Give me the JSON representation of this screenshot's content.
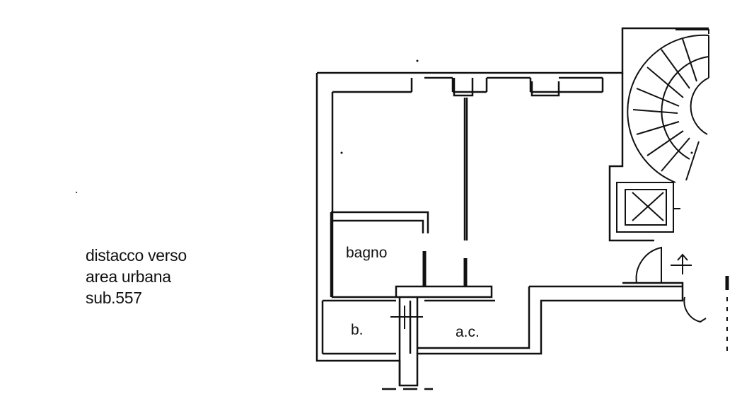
{
  "caption": {
    "line1": "distacco verso",
    "line2": "area urbana",
    "line3": "sub.557"
  },
  "rooms": {
    "bathroom": "bagno",
    "storage": "b.",
    "room": "a.c."
  },
  "colors": {
    "ink": "#111111",
    "paper": "#ffffff"
  }
}
